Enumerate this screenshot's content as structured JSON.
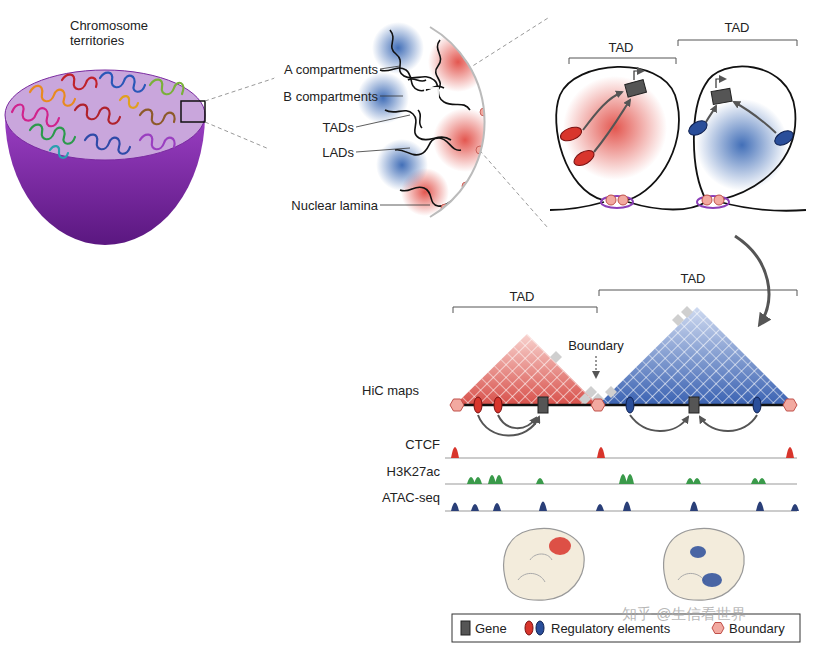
{
  "diagram": {
    "labels": [
      "Chromosome territories",
      "A compartments",
      "B compartments",
      "TADs",
      "LADs",
      "Nuclear lamina",
      "TAD",
      "TAD",
      "TAD",
      "TAD",
      "Boundary",
      "HiC maps",
      "CTCF",
      "H3K27ac",
      "ATAC-seq",
      "知乎 @生信看世界"
    ],
    "legend": [
      {
        "text": "Gene"
      },
      {
        "text": "Regulatory elements"
      },
      {
        "text": "Boundary"
      }
    ]
  }
}
